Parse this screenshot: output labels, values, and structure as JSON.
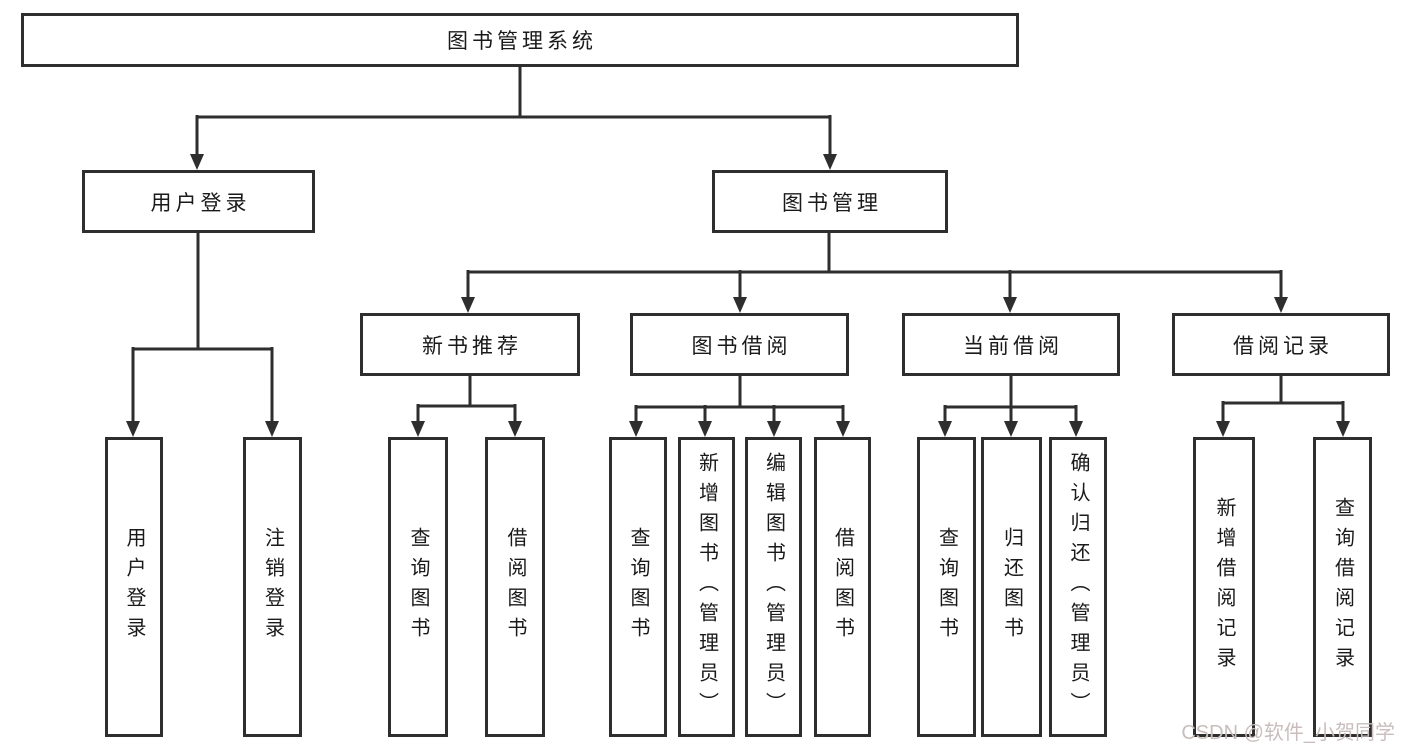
{
  "diagram": {
    "root": {
      "label": "图书管理系统"
    },
    "branches": [
      {
        "label": "用户登录",
        "children": [
          {
            "label": "用户登录"
          },
          {
            "label": "注销登录"
          }
        ]
      },
      {
        "label": "图书管理",
        "children": [
          {
            "label": "新书推荐",
            "children": [
              {
                "label": "查询图书"
              },
              {
                "label": "借阅图书"
              }
            ]
          },
          {
            "label": "图书借阅",
            "children": [
              {
                "label": "查询图书"
              },
              {
                "label": "新增图书（管理员）"
              },
              {
                "label": "编辑图书（管理员）"
              },
              {
                "label": "借阅图书"
              }
            ]
          },
          {
            "label": "当前借阅",
            "children": [
              {
                "label": "查询图书"
              },
              {
                "label": "归还图书"
              },
              {
                "label": "确认归还（管理员）"
              }
            ]
          },
          {
            "label": "借阅记录",
            "children": [
              {
                "label": "新增借阅记录"
              },
              {
                "label": "查询借阅记录"
              }
            ]
          }
        ]
      }
    ]
  },
  "watermark": {
    "text": "CSDN @软件_小贺同学"
  },
  "colors": {
    "line": "#2e2e2e",
    "text": "#1a1a1a",
    "background": "#ffffff",
    "watermark": "#c9bdbd"
  }
}
